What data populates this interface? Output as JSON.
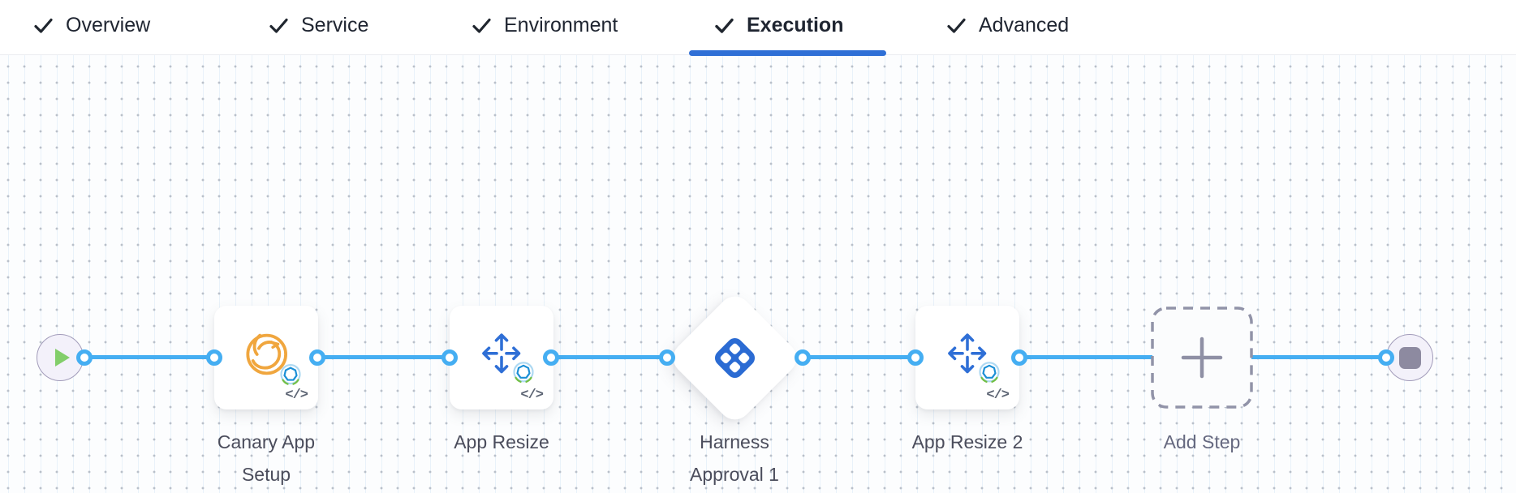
{
  "tabs": [
    {
      "label": "Overview",
      "state": "completed"
    },
    {
      "label": "Service",
      "state": "completed"
    },
    {
      "label": "Environment",
      "state": "completed"
    },
    {
      "label": "Execution",
      "state": "active"
    },
    {
      "label": "Advanced",
      "state": "completed"
    }
  ],
  "pipeline": {
    "start_node": "play",
    "end_node": "stop",
    "code_toggle_label": "</>",
    "steps": [
      {
        "name": "Canary App Setup",
        "type": "canary-app-setup",
        "icon": "canary-icon",
        "shape": "card",
        "has_code_toggle": true
      },
      {
        "name": "App Resize",
        "type": "app-resize",
        "icon": "resize-arrows-icon",
        "shape": "card",
        "has_code_toggle": true
      },
      {
        "name": "Harness Approval 1",
        "type": "harness-approval",
        "icon": "harness-logo-icon",
        "shape": "diamond",
        "has_code_toggle": false
      },
      {
        "name": "App Resize 2",
        "type": "app-resize",
        "icon": "resize-arrows-icon",
        "shape": "card",
        "has_code_toggle": true
      },
      {
        "name": "Add Step",
        "type": "add-step",
        "icon": "plus-icon",
        "shape": "dashed",
        "has_code_toggle": false
      }
    ]
  },
  "colors": {
    "accent_blue": "#2f6fd6",
    "connector_blue": "#45aef2",
    "canary_orange": "#f0a63e",
    "play_green": "#82ce6a",
    "node_gray_purple": "#8d8aa0",
    "label_gray": "#4b4d5c",
    "check_dark": "#20262f",
    "dash_gray": "#9193a8"
  }
}
